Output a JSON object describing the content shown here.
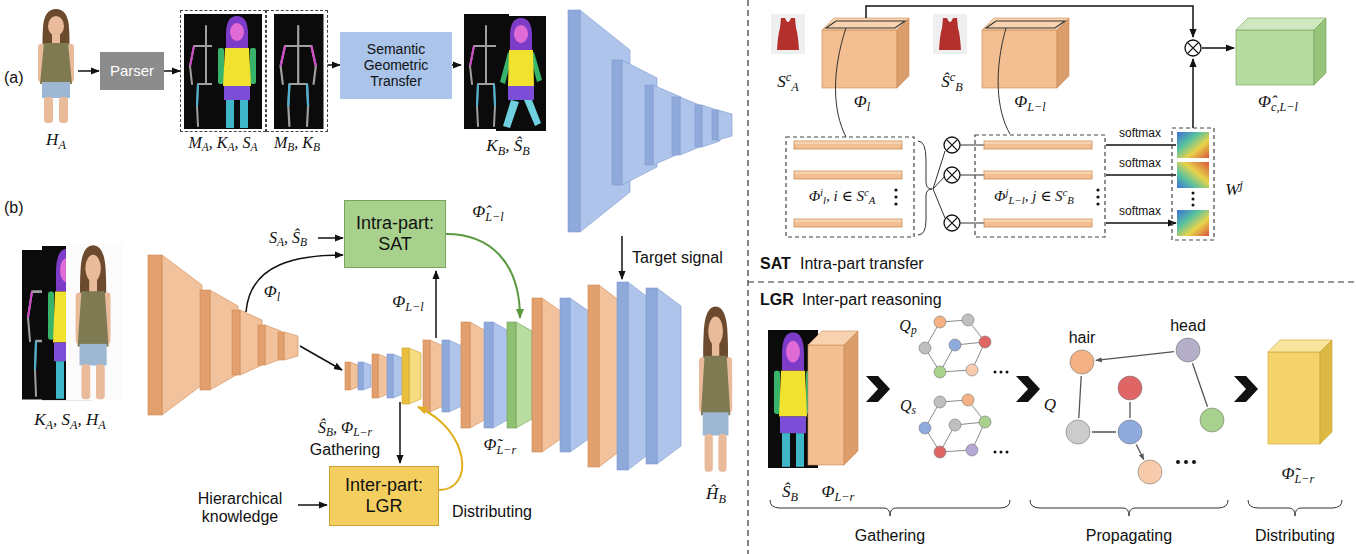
{
  "diagram": {
    "nodes": [
      {
        "text": [
          "Parser"
        ]
      },
      {
        "text": [
          "MA, KA, SA"
        ]
      },
      {
        "text": [
          "MB, KB"
        ]
      },
      {
        "text": [
          "Semantic Geometric Transfer"
        ]
      },
      {
        "text": [
          "Intra-part: SAT"
        ]
      },
      {
        "text": [
          "Inter-part: LGR"
        ]
      }
    ],
    "edges": [
      {
        "from": 0,
        "to": 1,
        "arrow": "to"
      },
      {
        "from": 2,
        "to": 3,
        "arrow": "to"
      }
    ],
    "labels": [
      "(a)",
      "HA",
      "KB, ŜB",
      "Target signal",
      "(b)",
      "SA, ŜB",
      "Φl",
      "ΦL−l",
      "Φ̂L−l",
      "ŜB, ΦL−r",
      "Gathering",
      "Φ̃L−r",
      "Hierarchical knowledge",
      "Distributing",
      "KA, SA, HA",
      "ĤB",
      "ScA",
      "Φl",
      "ŜcB",
      "ΦL−l",
      "Φ̂c,L−l",
      "Φil, i ∈ ScA",
      "ΦjL−l, j ∈ ScB",
      "softmax",
      "softmax",
      "softmax",
      "Wj",
      "SAT",
      "Intra-part transfer",
      "LGR",
      "Inter-part reasoning",
      "ŜB",
      "ΦL−r",
      "Qp",
      "Qs",
      "hair",
      "head",
      "Q",
      "Φ̃L−r",
      "Gathering",
      "Propagating",
      "Distributing"
    ]
  }
}
